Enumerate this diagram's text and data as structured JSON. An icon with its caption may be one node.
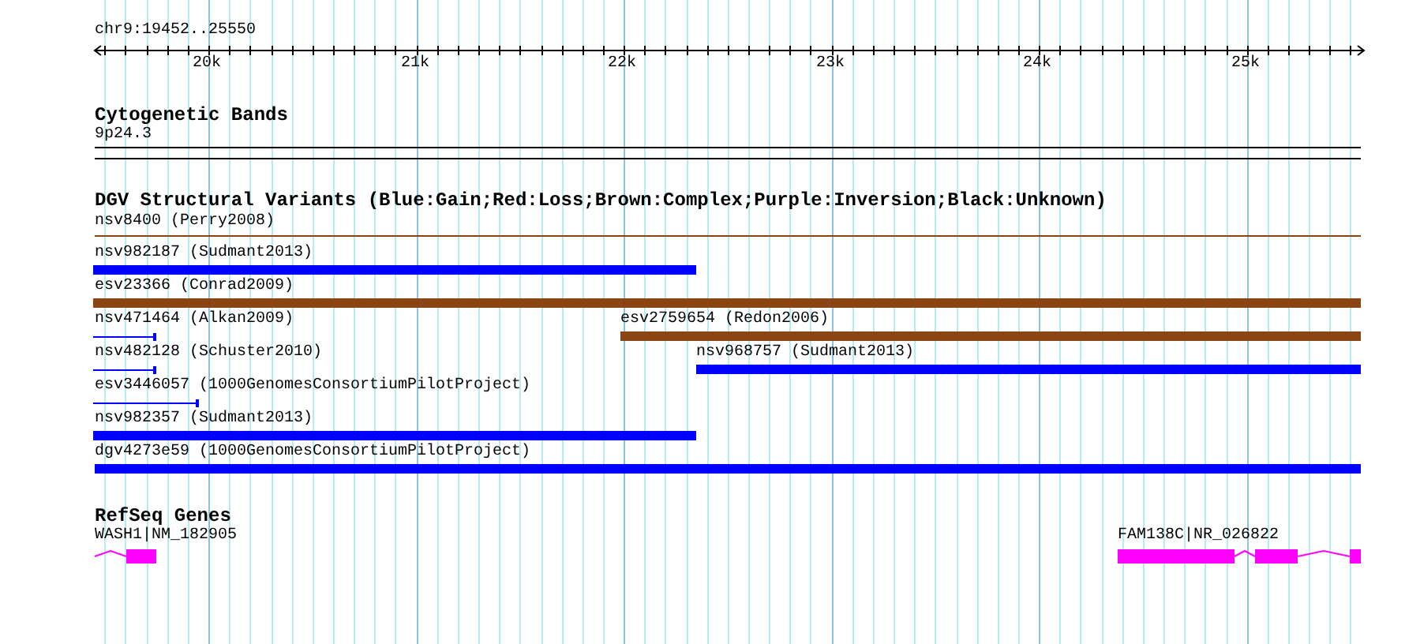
{
  "diagram": {
    "nodes": [
      {
        "text": [
          "9p24.3"
        ]
      },
      {
        "text": [
          "nsv8400 (Perry2008)"
        ]
      },
      {
        "text": [
          "nsv982187 (Sudmant2013)"
        ]
      },
      {
        "text": [
          "esv23366 (Conrad2009)"
        ]
      },
      {
        "text": [
          "nsv471464 (Alkan2009)"
        ]
      },
      {
        "text": [
          "esv2759654 (Redon2006)"
        ]
      },
      {
        "text": [
          "nsv482128 (Schuster2010)"
        ]
      },
      {
        "text": [
          "nsv968757 (Sudmant2013)"
        ]
      },
      {
        "text": [
          "esv3446057 (1000GenomesConsortiumPilotProject)"
        ]
      },
      {
        "text": [
          "nsv982357 (Sudmant2013)"
        ]
      },
      {
        "text": [
          "dgv4273e59 (1000GenomesConsortiumPilotProject)"
        ]
      },
      {
        "text": [
          "WASH1|NM_182905"
        ]
      },
      {
        "text": [
          "FAM138C|NR_026822"
        ]
      }
    ],
    "edges": [],
    "labels": [
      "chr9:19452..25550",
      "20k",
      "21k",
      "22k",
      "23k",
      "24k",
      "25k",
      "Cytogenetic Bands",
      "DGV Structural Variants (Blue:Gain;Red:Loss;Brown:Complex;Purple:Inversion;Black:Unknown)",
      "RefSeq Genes"
    ]
  }
}
